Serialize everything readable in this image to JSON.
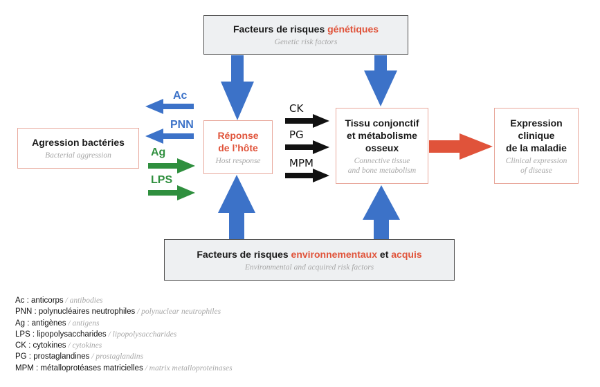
{
  "genetic": {
    "title_prefix": "Facteurs de risques ",
    "title_accent": "génétiques",
    "subtitle": "Genetic risk factors"
  },
  "environmental": {
    "title_prefix": "Facteurs de risques ",
    "title_accent1": "environnementaux",
    "title_middle": " et ",
    "title_accent2": "acquis",
    "subtitle": "Environmental and acquired risk factors"
  },
  "bacterial": {
    "title": "Agression bactéries",
    "subtitle": "Bacterial aggression"
  },
  "host": {
    "title_line1": "Réponse",
    "title_line2": "de l’hôte",
    "subtitle": "Host response"
  },
  "tissue": {
    "title_line1": "Tissu conjonctif",
    "title_line2": "et métabolisme",
    "title_line3": "osseux",
    "subtitle_line1": "Connective tissue",
    "subtitle_line2": "and bone metabolism"
  },
  "clinical": {
    "title_line1": "Expression",
    "title_line2": "clinique",
    "title_line3": "de la maladie",
    "subtitle_line1": "Clinical expression",
    "subtitle_line2": "of disease"
  },
  "arrow_labels": {
    "ac": "Ac",
    "pnn": "PNN",
    "ag": "Ag",
    "lps": "LPS",
    "ck": "CK",
    "pg": "PG",
    "mpm": "MPM"
  },
  "colors": {
    "blue": "#3c72c8",
    "green": "#2f8f3e",
    "red": "#e0533a",
    "black": "#111111"
  },
  "legend": [
    {
      "fr": "Ac : anticorps",
      "en": " / antibodies"
    },
    {
      "fr": "PNN : polynucléaires neutrophiles",
      "en": " / polynuclear neutrophiles"
    },
    {
      "fr": "Ag : antigènes",
      "en": " / antigens"
    },
    {
      "fr": "LPS : lipopolysaccharides",
      "en": " / lipopolysaccharides"
    },
    {
      "fr": "CK : cytokines",
      "en": " / cytokines"
    },
    {
      "fr": "PG : prostaglandines",
      "en": " / prostaglandins"
    },
    {
      "fr": "MPM : métalloprotéases matricielles",
      "en": " / matrix metalloproteinases"
    }
  ]
}
